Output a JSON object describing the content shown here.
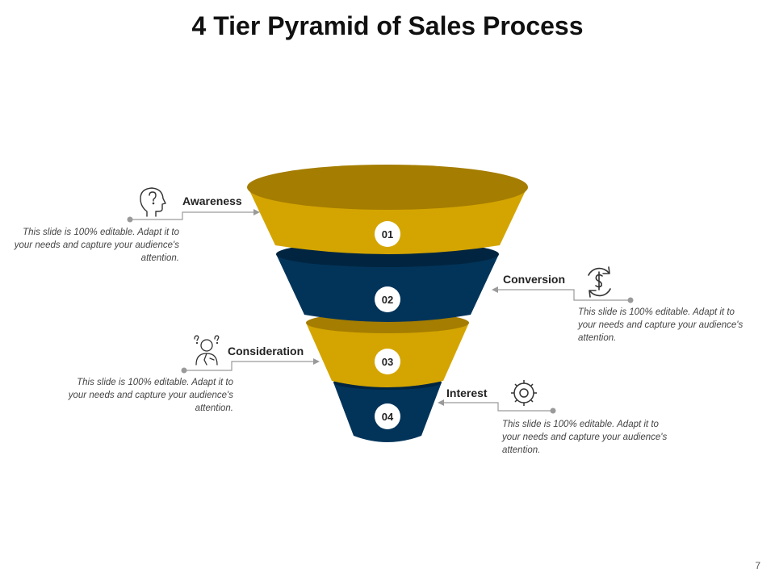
{
  "title": "4 Tier Pyramid of Sales Process",
  "page_number": "7",
  "colors": {
    "gold": "#D4A500",
    "gold_top": "#A57D00",
    "navy": "#02345A",
    "navy_rim": "#012540",
    "connector": "#9a9a9a",
    "icon": "#333333"
  },
  "tiers": [
    {
      "number": "01",
      "label": "Awareness",
      "icon": "lightbulb-head-icon",
      "description": "This slide is 100% editable. Adapt it to your needs and capture your audience's attention."
    },
    {
      "number": "02",
      "label": "Conversion",
      "icon": "dollar-refresh-icon",
      "description": "This slide is 100% editable. Adapt it to your needs and capture your audience's attention."
    },
    {
      "number": "03",
      "label": "Consideration",
      "icon": "thinking-person-icon",
      "description": "This slide is 100% editable. Adapt it to your needs and capture your audience's attention."
    },
    {
      "number": "04",
      "label": "Interest",
      "icon": "gear-icon",
      "description": "This slide is 100% editable. Adapt it to your needs and capture your audience's attention."
    }
  ]
}
